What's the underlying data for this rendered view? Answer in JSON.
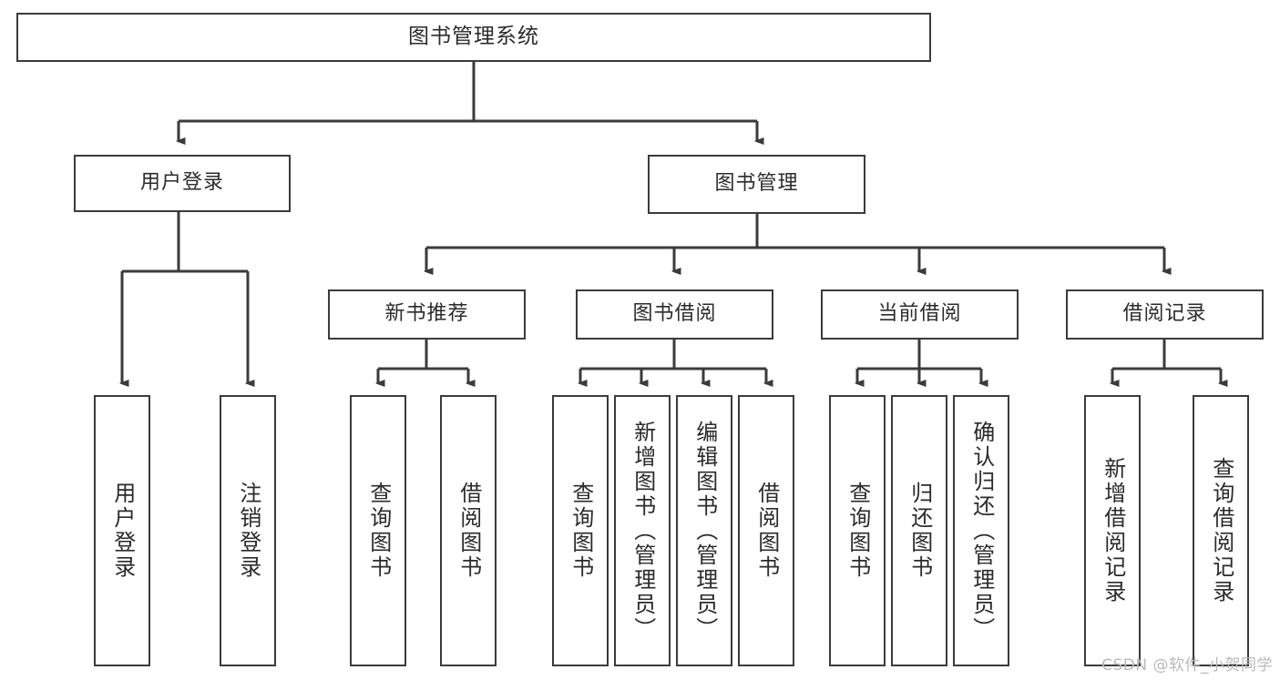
{
  "diagram": {
    "title": "图书管理系统",
    "type": "hierarchy-tree",
    "watermark": "CSDN @软件_小贺同学",
    "colors": {
      "stroke": "#3b3b3b",
      "fill": "#ffffff",
      "text": "#2b2b2b",
      "watermark": "#b9b9b9"
    },
    "root": {
      "label": "图书管理系统"
    },
    "level2": [
      {
        "label": "用户登录"
      },
      {
        "label": "图书管理"
      }
    ],
    "level3": [
      {
        "label": "新书推荐"
      },
      {
        "label": "图书借阅"
      },
      {
        "label": "当前借阅"
      },
      {
        "label": "借阅记录"
      }
    ],
    "leaves": {
      "user_login": [
        {
          "label": "用户登录"
        },
        {
          "label": "注销登录"
        }
      ],
      "new_book_recommend": [
        {
          "label": "查询图书"
        },
        {
          "label": "借阅图书"
        }
      ],
      "book_borrow": [
        {
          "label": "查询图书"
        },
        {
          "label": "新增图书（管理员）"
        },
        {
          "label": "编辑图书（管理员）"
        },
        {
          "label": "借阅图书"
        }
      ],
      "current_borrow": [
        {
          "label": "查询图书"
        },
        {
          "label": "归还图书"
        },
        {
          "label": "确认归还（管理员）"
        }
      ],
      "borrow_record": [
        {
          "label": "新增借阅记录"
        },
        {
          "label": "查询借阅记录"
        }
      ]
    }
  }
}
